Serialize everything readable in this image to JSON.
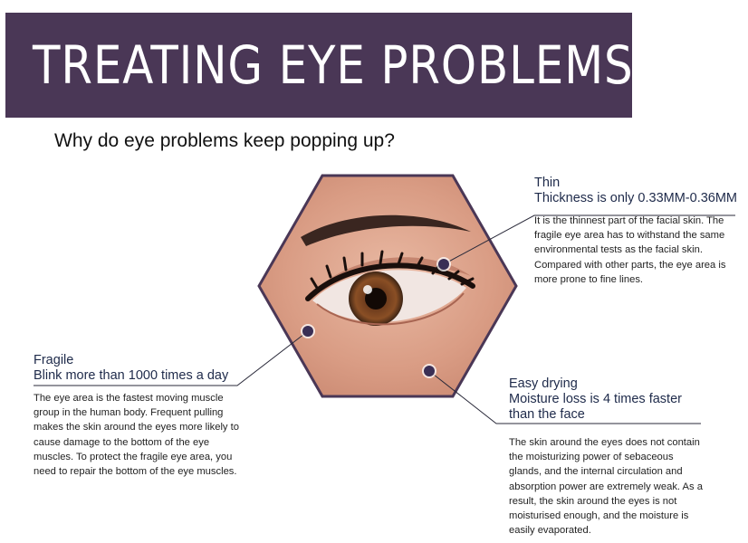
{
  "header": {
    "title": "TREATING EYE PROBLEMS",
    "subtitle": "Why do eye problems keep popping up?"
  },
  "colors": {
    "banner": "#4a3756",
    "hexagon_border": "#4a3756",
    "marker": "#3a2f55",
    "line": "#2a2a3a"
  },
  "callouts": {
    "thin": {
      "heading": "Thin",
      "subheading": "Thickness is only 0.33MM-0.36MM",
      "body": "It is the thinnest part of the facial skin. The fragile eye area has to withstand the same environmental tests as the facial skin. Compared with other parts, the eye area is more prone to fine lines."
    },
    "fragile": {
      "heading": "Fragile",
      "subheading": "Blink more than 1000 times a day",
      "body": "The eye area is the fastest moving muscle group in the human body. Frequent pulling makes the skin around the eyes more likely to cause damage to the bottom of the eye muscles. To protect the fragile eye area, you need to repair the bottom of the eye muscles."
    },
    "drying": {
      "heading": "Easy drying",
      "subheading": "Moisture loss is 4 times faster than the face",
      "body": "The skin around the eyes does not contain the moisturizing power of sebaceous glands, and the internal circulation and absorption power are extremely weak. As a result, the skin around the eyes is not moisturised enough, and the moisture is easily evaporated."
    }
  }
}
